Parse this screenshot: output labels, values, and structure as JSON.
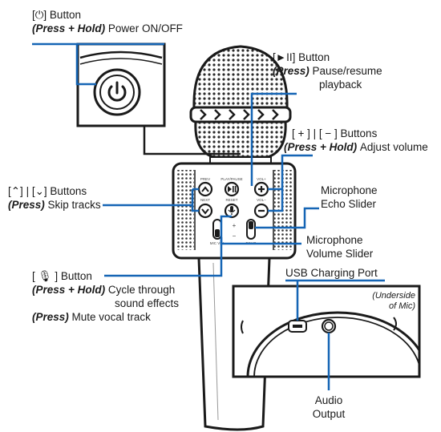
{
  "labels": {
    "power": {
      "button": "[⏻] Button",
      "action": "(Press + Hold)",
      "desc": "Power ON/OFF"
    },
    "play": {
      "button": "[►II] Button",
      "action": "(Press)",
      "desc_line1": "Pause/resume",
      "desc_line2": "playback"
    },
    "volume": {
      "button": "[ + ] | [ − ] Buttons",
      "action": "(Press + Hold)",
      "desc": "Adjust volume"
    },
    "skip": {
      "button": "[⌃] | [⌄] Buttons",
      "action": "(Press)",
      "desc": "Skip tracks"
    },
    "echo": {
      "line1": "Microphone",
      "line2": "Echo Slider"
    },
    "mic_volume": {
      "line1": "Microphone",
      "line2": "Volume Slider"
    },
    "effects": {
      "button": "[ 🎙 ] Button",
      "action1": "(Press + Hold)",
      "desc1_line1": "Cycle through",
      "desc1_line2": "sound effects",
      "action2": "(Press)",
      "desc2": "Mute vocal track"
    },
    "usb": "USB Charging Port",
    "underside_line1": "(Underside",
    "underside_line2": "of Mic)",
    "audio": {
      "line1": "Audio",
      "line2": "Output"
    }
  },
  "panel_text": {
    "prev": "PREV",
    "playpause": "PLAY/PAUSE",
    "vol_plus": "VOL+",
    "next": "NEXT",
    "reset": "RESET",
    "vol_minus": "VOL−",
    "mic_vol": "MIC VOL",
    "echo": "ECHO",
    "plus": "+",
    "minus": "−"
  },
  "colors": {
    "line": "#1565b5",
    "outline": "#1a1a1a",
    "mesh": "#2a2a2a"
  }
}
